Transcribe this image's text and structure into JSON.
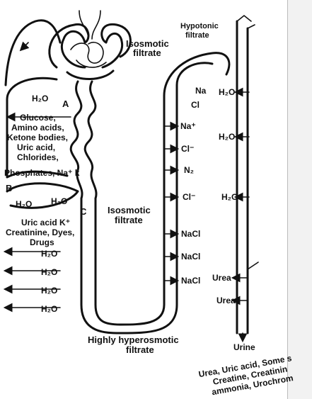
{
  "labels": {
    "isosmotic_top": [
      "Isosmotic",
      "filtrate"
    ],
    "hypotonic": [
      "Hypotonic",
      "filtrate"
    ],
    "isosmotic_mid": [
      "Isosmotic",
      "filtrate"
    ],
    "hyperosmotic": [
      "Highly hyperosmotic",
      "filtrate"
    ],
    "urine": "Urine",
    "urine_composition": [
      "Urea, Uric acid, Some s",
      "Creatine, Creatinin",
      "ammonia, Urochrom"
    ],
    "region_a": "A",
    "region_b": "B",
    "region_c": "C",
    "pct_reabsorbed": [
      "Glucose,",
      "Amino acids,",
      "Ketone bodies,",
      "Uric acid,",
      "Chlorides,",
      "Phosphates, Na⁺ k"
    ],
    "secreted": [
      "Uric acid K⁺",
      "Creatinine, Dyes,",
      "Drugs"
    ],
    "water": "H₂O",
    "ions_ascending": [
      "Na",
      "Cl",
      "Na⁺",
      "Cl⁻",
      "N₂",
      "Cl⁻",
      "NaCl",
      "NaCl",
      "NaCl"
    ],
    "urea": "Urea"
  }
}
